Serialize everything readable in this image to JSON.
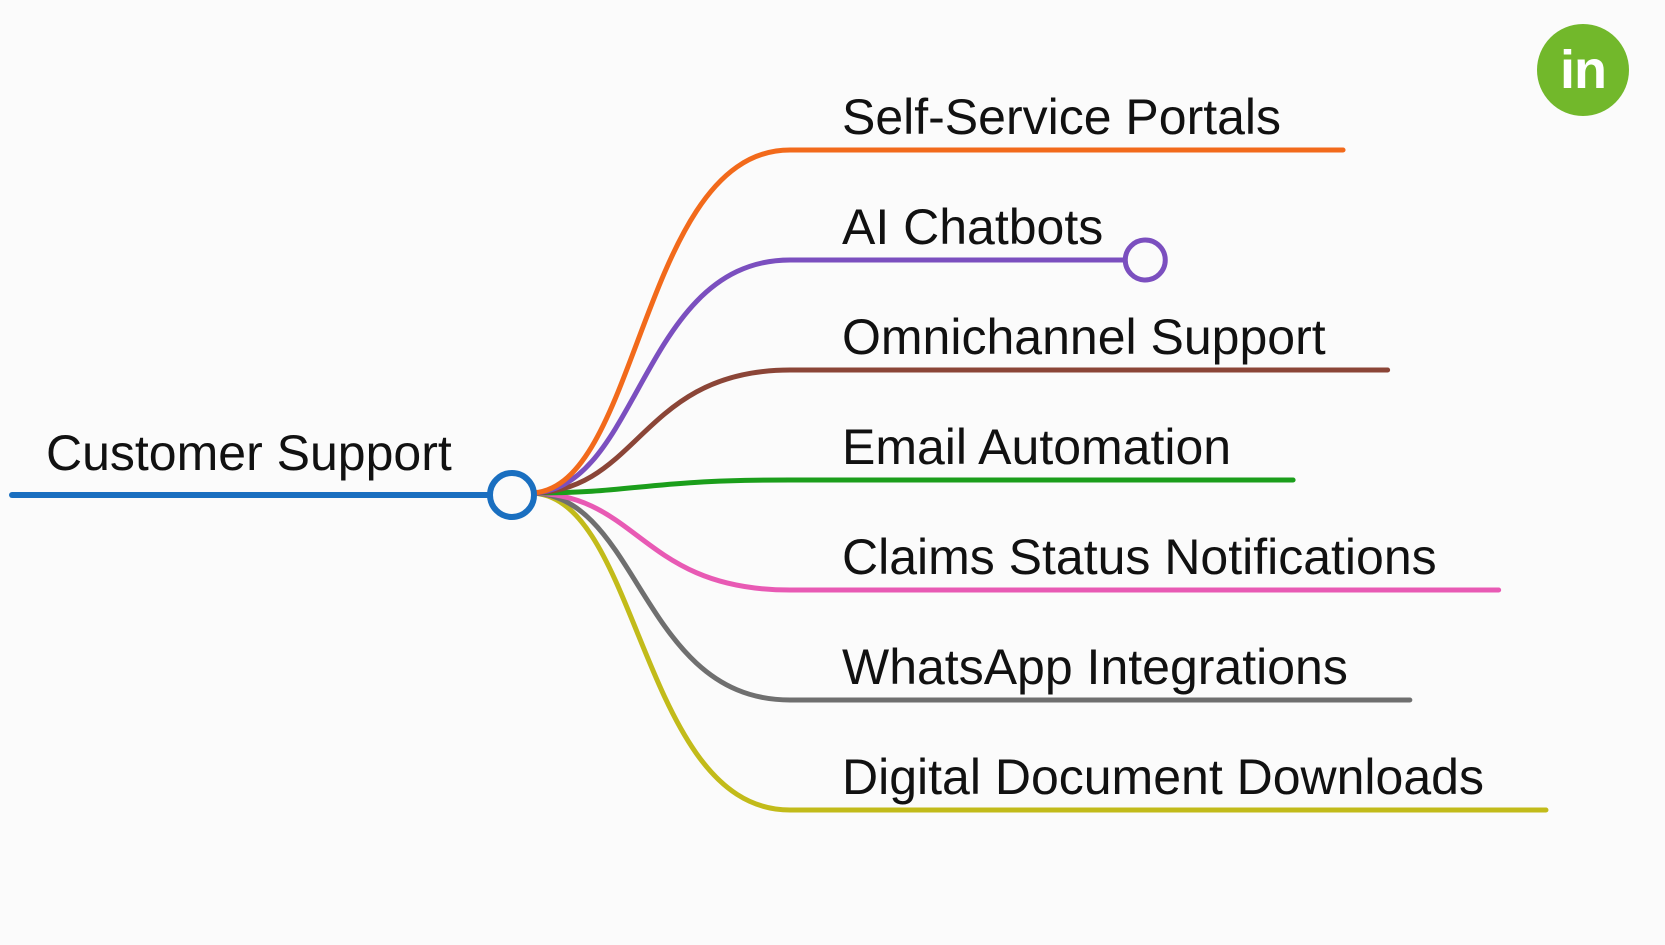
{
  "diagram": {
    "root": {
      "label": "Customer Support",
      "color": "#1a6fc0"
    },
    "branches": [
      {
        "label": "Self-Service Portals",
        "color": "#f26a1b",
        "end_marker": "none"
      },
      {
        "label": "AI Chatbots",
        "color": "#7b4fbf",
        "end_marker": "circle"
      },
      {
        "label": "Omnichannel Support",
        "color": "#8b4537",
        "end_marker": "none"
      },
      {
        "label": "Email Automation",
        "color": "#1b9e1b",
        "end_marker": "none"
      },
      {
        "label": "Claims Status Notifications",
        "color": "#e85ab4",
        "end_marker": "none"
      },
      {
        "label": "WhatsApp Integrations",
        "color": "#6f6f6f",
        "end_marker": "none"
      },
      {
        "label": "Digital Document Downloads",
        "color": "#c2bb1a",
        "end_marker": "none"
      }
    ]
  },
  "badge": {
    "text": "in",
    "color": "#72b82b",
    "icon": "linkedin-style-badge-icon"
  }
}
